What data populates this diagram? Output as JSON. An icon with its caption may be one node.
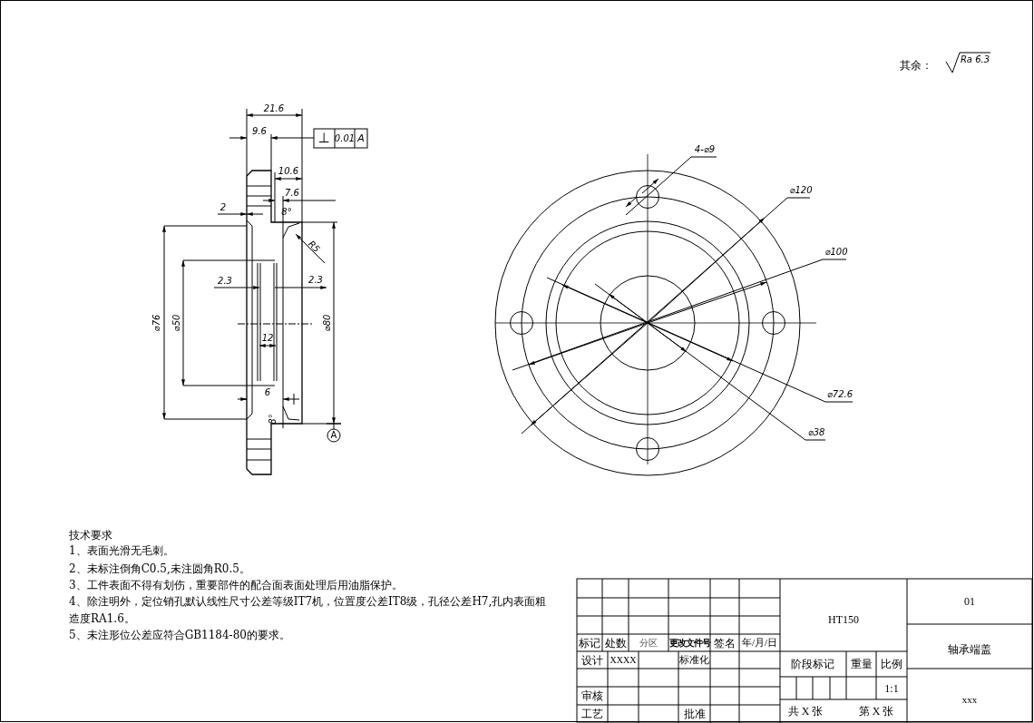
{
  "diagram": {
    "labels": [
      "其余：",
      "Ra 6.3",
      "21.6",
      "9.6",
      "⊥",
      "0.01",
      "A",
      "10.6",
      "7.6",
      "2",
      "8°",
      "R5",
      "2.3",
      "2.3",
      "⌀76",
      "⌀50",
      "⌀80",
      "12",
      "6",
      "8°",
      "A",
      "4-⌀9",
      "⌀120",
      "⌀100",
      "⌀72.6",
      "⌀38",
      "技术要求",
      "1、表面光滑无毛刺。",
      "2、未标注倒角C0.5,未注圆角R0.5。",
      "3、工件表面不得有划伤，重要部件的配合面表面处理后用油脂保护。",
      "4、除注明外，定位销孔默认线性尺寸公差等级IT7机，位置度公差IT8级，孔径公差H7,孔内表面粗造度RA1.6。",
      "5、未注形位公差应符合GB1184-80的要求。",
      "标记",
      "处数",
      "分区",
      "更改文件号",
      "签名",
      "年/月/日",
      "设计",
      "XXXX",
      "标准化",
      "审核",
      "工艺",
      "批准",
      "HT150",
      "01",
      "轴承端盖",
      "阶段标记",
      "重量",
      "比例",
      "1:1",
      "共 X 张",
      "第 X 张",
      "xxx"
    ]
  }
}
